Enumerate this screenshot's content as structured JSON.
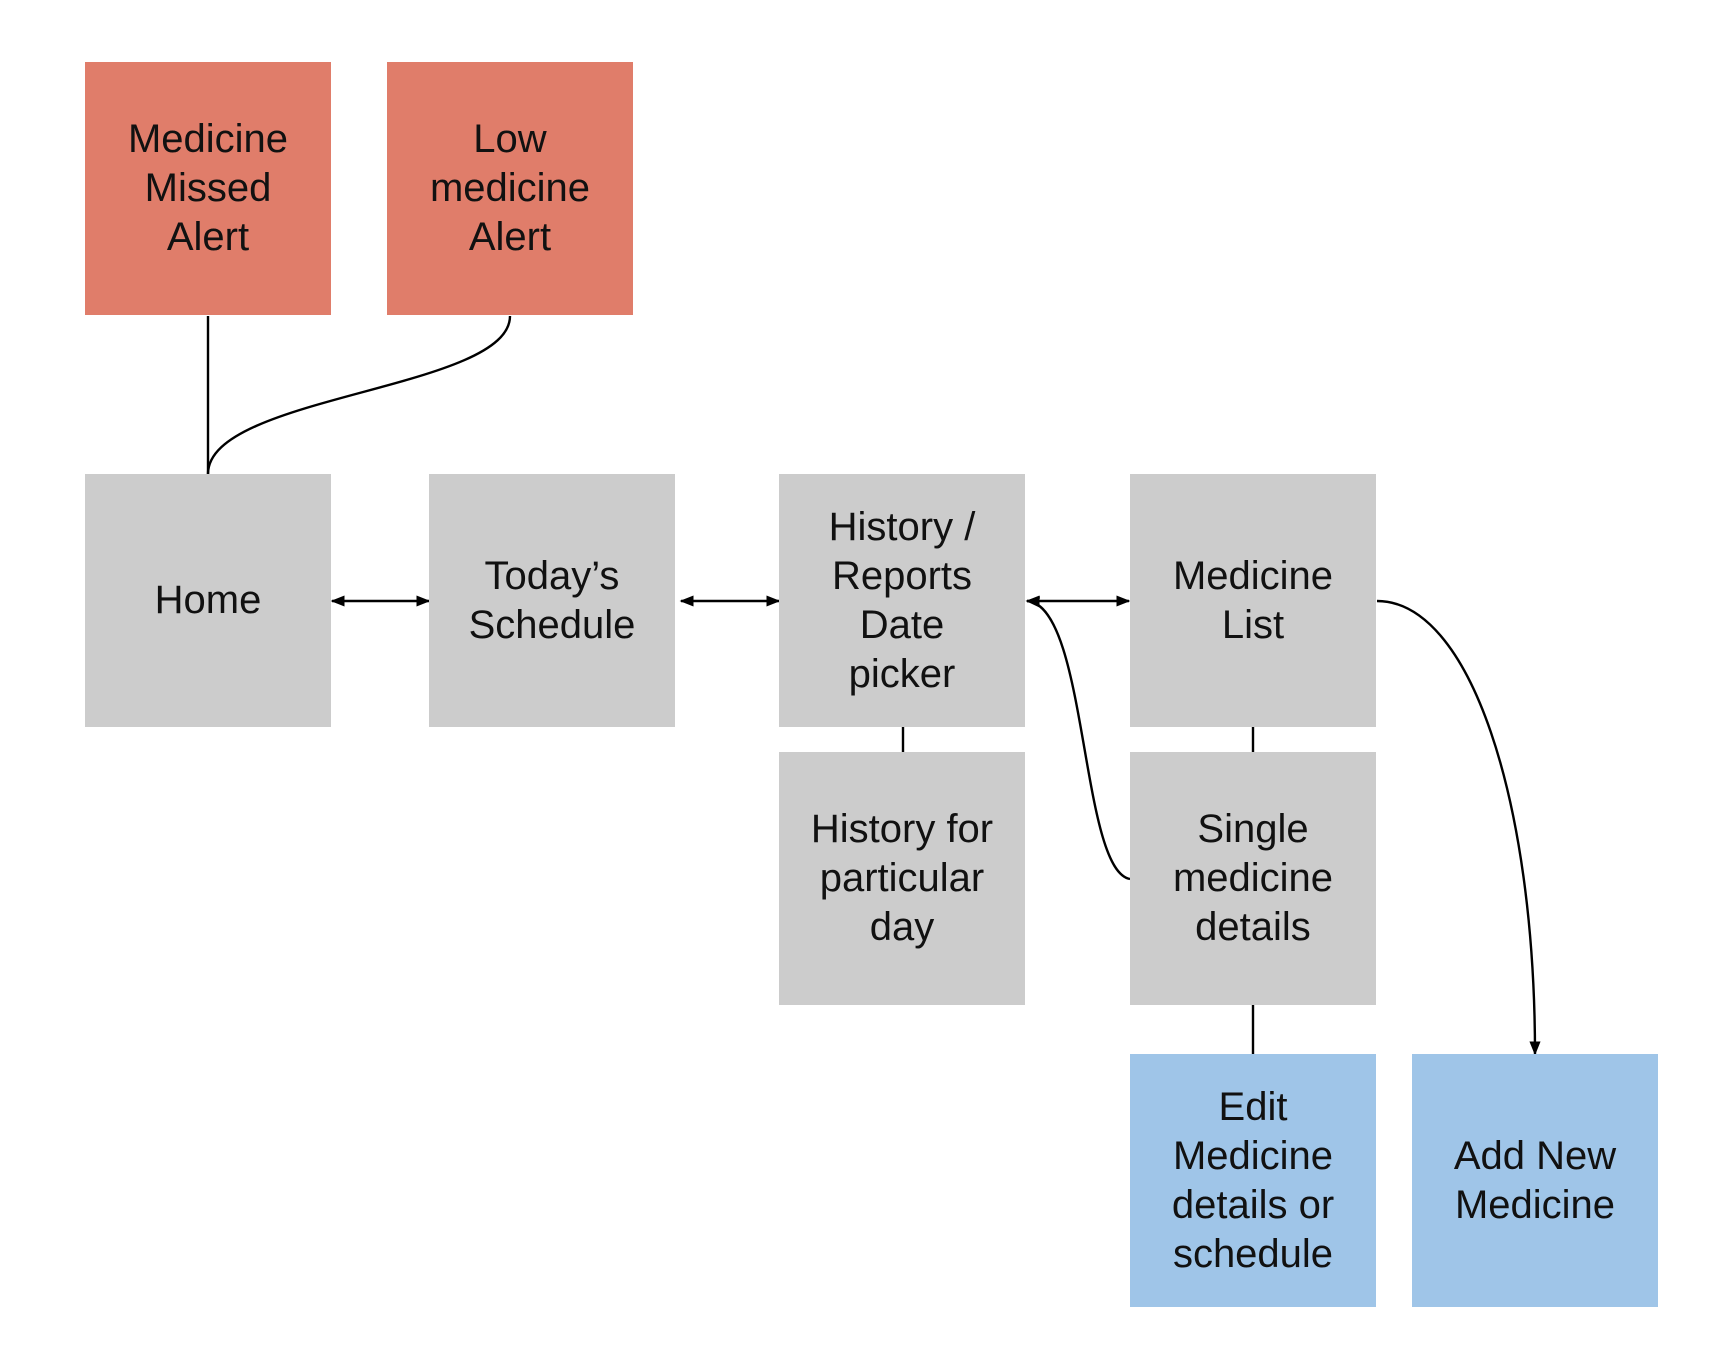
{
  "colors": {
    "alert": "#e07d6a",
    "screen": "#cccccc",
    "action": "#9fc5e8",
    "line": "#000000"
  },
  "nodes": {
    "medicine_missed_alert": "Medicine\nMissed\nAlert",
    "low_medicine_alert": "Low\nmedicine\nAlert",
    "home": "Home",
    "todays_schedule": "Today’s\nSchedule",
    "history_reports": "History /\nReports\nDate\npicker",
    "medicine_list": "Medicine\nList",
    "history_particular_day": "History for\nparticular\nday",
    "single_medicine_details": "Single\nmedicine\ndetails",
    "edit_medicine": "Edit\nMedicine\ndetails or\nschedule",
    "add_new_medicine": "Add New\nMedicine"
  },
  "edges": [
    {
      "from": "medicine_missed_alert",
      "to": "home",
      "type": "line"
    },
    {
      "from": "low_medicine_alert",
      "to": "home",
      "type": "line"
    },
    {
      "from": "home",
      "to": "todays_schedule",
      "type": "bidirectional"
    },
    {
      "from": "todays_schedule",
      "to": "history_reports",
      "type": "bidirectional"
    },
    {
      "from": "history_reports",
      "to": "medicine_list",
      "type": "bidirectional"
    },
    {
      "from": "history_reports",
      "to": "history_particular_day",
      "type": "line"
    },
    {
      "from": "medicine_list",
      "to": "single_medicine_details",
      "type": "line"
    },
    {
      "from": "single_medicine_details",
      "to": "history_reports",
      "type": "line"
    },
    {
      "from": "single_medicine_details",
      "to": "edit_medicine",
      "type": "line"
    },
    {
      "from": "medicine_list",
      "to": "add_new_medicine",
      "type": "arrow"
    }
  ]
}
